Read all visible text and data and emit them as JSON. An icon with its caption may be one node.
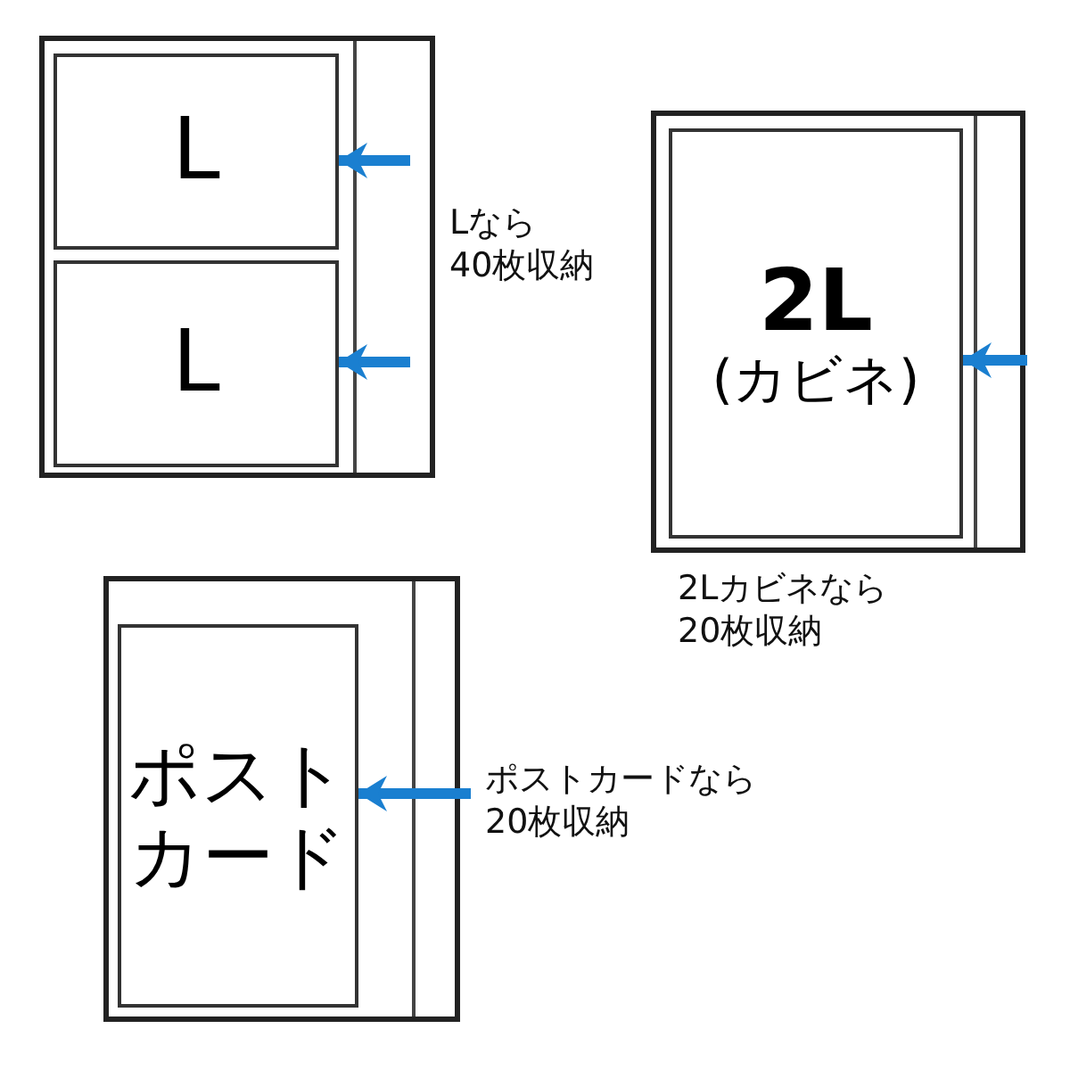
{
  "diagram": {
    "nodes": [
      {
        "text": [],
        "shape": "box",
        "beside": [
          "Lなら40枚収納"
        ]
      },
      {
        "text": [
          "L"
        ],
        "in": 0
      },
      {
        "text": [
          "L"
        ],
        "in": 0
      },
      {
        "text": [],
        "shape": "box",
        "beside": [
          "2Lカビネなら20枚収納"
        ]
      },
      {
        "text": [
          "2L",
          "(カビネ)"
        ],
        "in": 3
      },
      {
        "text": [],
        "shape": "box",
        "beside": [
          "ポストカードなら20枚収納"
        ]
      },
      {
        "text": [
          "ポストカード"
        ],
        "in": 5
      }
    ],
    "edges": [
      {
        "from": null,
        "to": 1,
        "arrow": "to",
        "color": "#1a7fd0"
      },
      {
        "from": null,
        "to": 2,
        "arrow": "to",
        "color": "#1a7fd0"
      },
      {
        "from": null,
        "to": 4,
        "arrow": "to",
        "color": "#1a7fd0"
      },
      {
        "from": null,
        "to": 6,
        "arrow": "to",
        "color": "#1a7fd0"
      }
    ]
  }
}
